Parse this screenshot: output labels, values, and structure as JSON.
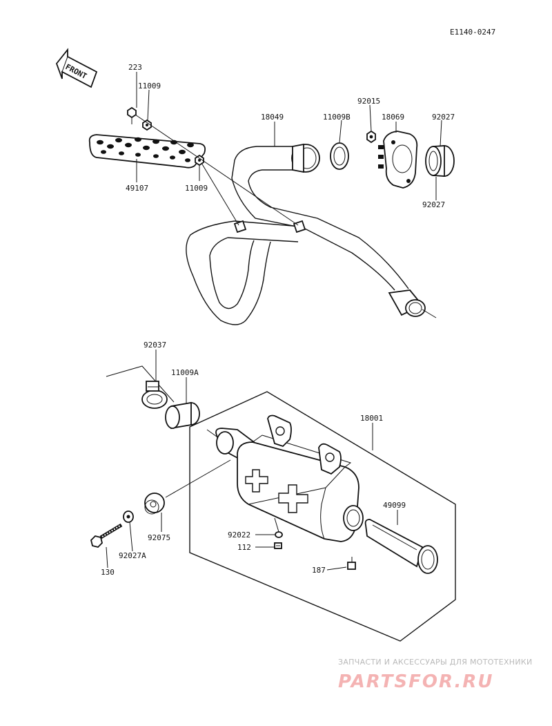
{
  "diagram_code": "E1140-0247",
  "front_label": "FRONT",
  "parts": {
    "p223": "223",
    "p11009_top": "11009",
    "p11009_mid": "11009",
    "p49107": "49107",
    "p18049": "18049",
    "p11009B": "11009B",
    "p92015": "92015",
    "p18069": "18069",
    "p92027_top": "92027",
    "p92027_bot": "92027",
    "p92037": "92037",
    "p11009A": "11009A",
    "p18001": "18001",
    "p49099": "49099",
    "p92075": "92075",
    "p92022": "92022",
    "p112": "112",
    "p187": "187",
    "p92027A": "92027A",
    "p130": "130"
  },
  "watermark": {
    "tagline": "ЗАПЧАСТИ И АКСЕССУАРЫ ДЛЯ МОТОТЕХНИКИ",
    "brand": "PARTSFOR.RU"
  }
}
